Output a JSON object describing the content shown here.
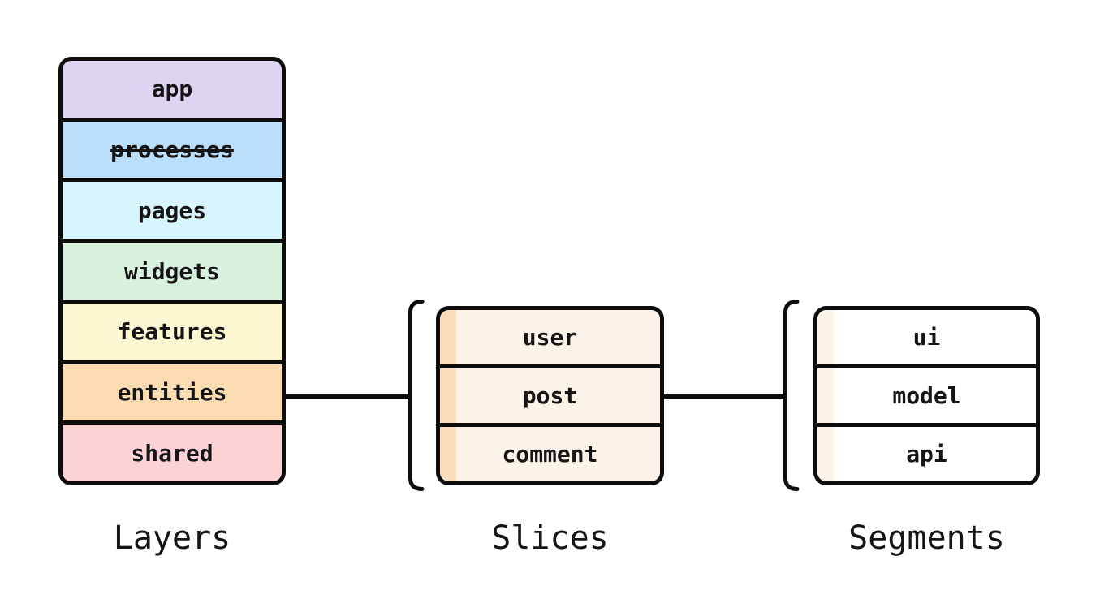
{
  "style": {
    "stroke_color": "#0d0d0d",
    "text_color": "#151515",
    "background": "#ffffff"
  },
  "layers": {
    "title": "Layers",
    "rows": [
      {
        "label": "app",
        "color": "#ded4f1",
        "deprecated": false
      },
      {
        "label": "processes",
        "color": "#bbdefb",
        "deprecated": true
      },
      {
        "label": "pages",
        "color": "#d8f4fc",
        "deprecated": false
      },
      {
        "label": "widgets",
        "color": "#d8f1dd",
        "deprecated": false
      },
      {
        "label": "features",
        "color": "#fdf6d2",
        "deprecated": false
      },
      {
        "label": "entities",
        "color": "#fbdcb2",
        "deprecated": false
      },
      {
        "label": "shared",
        "color": "#fdd2d5",
        "deprecated": false
      }
    ]
  },
  "slices": {
    "title": "Slices",
    "row_color": "#fdf2e7",
    "spine_color": "#fadebb",
    "rows": [
      {
        "label": "user"
      },
      {
        "label": "post"
      },
      {
        "label": "comment"
      }
    ]
  },
  "segments": {
    "title": "Segments",
    "row_color": "#ffffff",
    "spine_color": "#fdf3e9",
    "rows": [
      {
        "label": "ui"
      },
      {
        "label": "model"
      },
      {
        "label": "api"
      }
    ]
  }
}
